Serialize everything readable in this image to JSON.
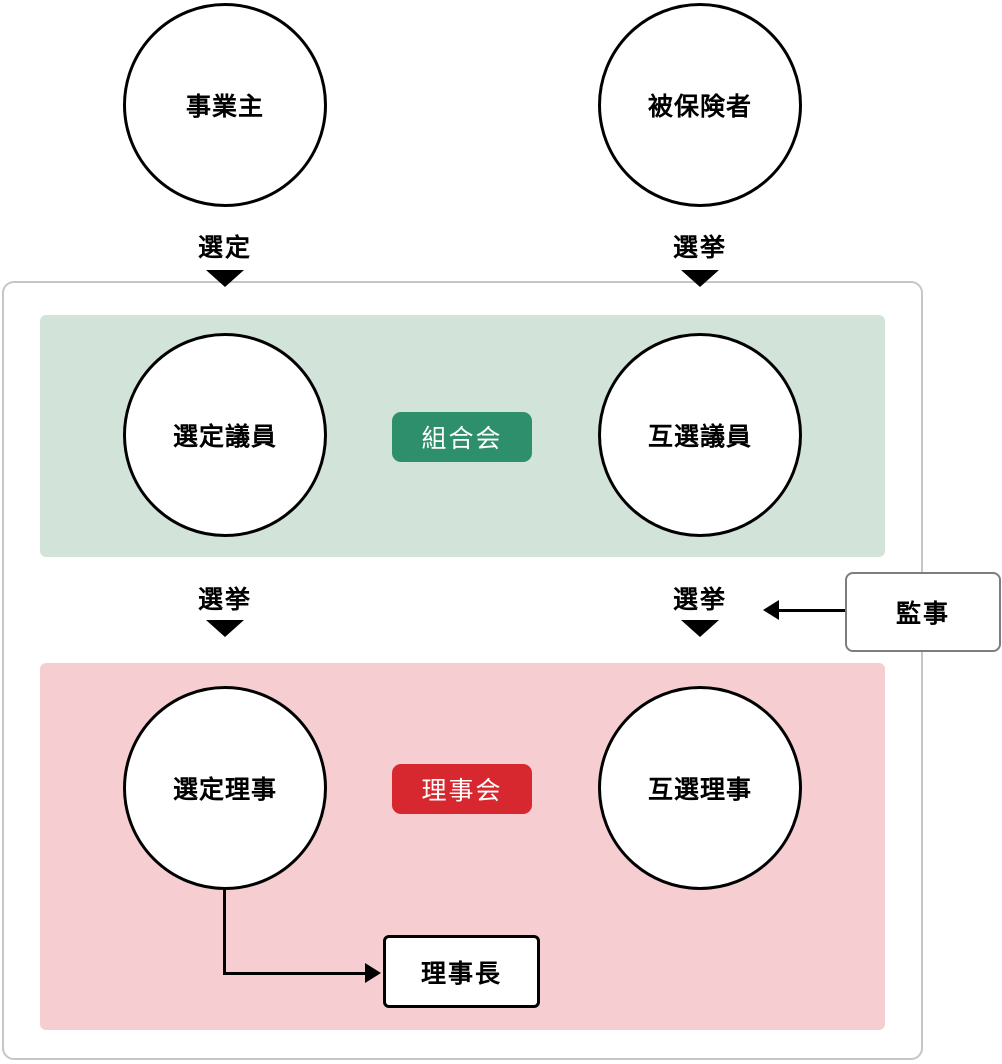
{
  "colors": {
    "assembly_band": "#d2e4d9",
    "assembly_badge": "#2e8f6c",
    "board_band": "#f6ced2",
    "board_badge": "#d7282f",
    "frame_border": "#c6c6c6"
  },
  "nodes": {
    "employer": "事業主",
    "insured": "被保険者",
    "selected_councilor": "選定議員",
    "elected_councilor": "互選議員",
    "selected_director": "選定理事",
    "elected_director": "互選理事"
  },
  "badges": {
    "assembly": "組合会",
    "board": "理事会"
  },
  "labels": {
    "employer_to_assembly": "選定",
    "insured_to_assembly": "選挙",
    "left_assembly_to_board": "選挙",
    "right_assembly_to_board": "選挙"
  },
  "boxes": {
    "auditor": "監事",
    "chairman": "理事長"
  }
}
